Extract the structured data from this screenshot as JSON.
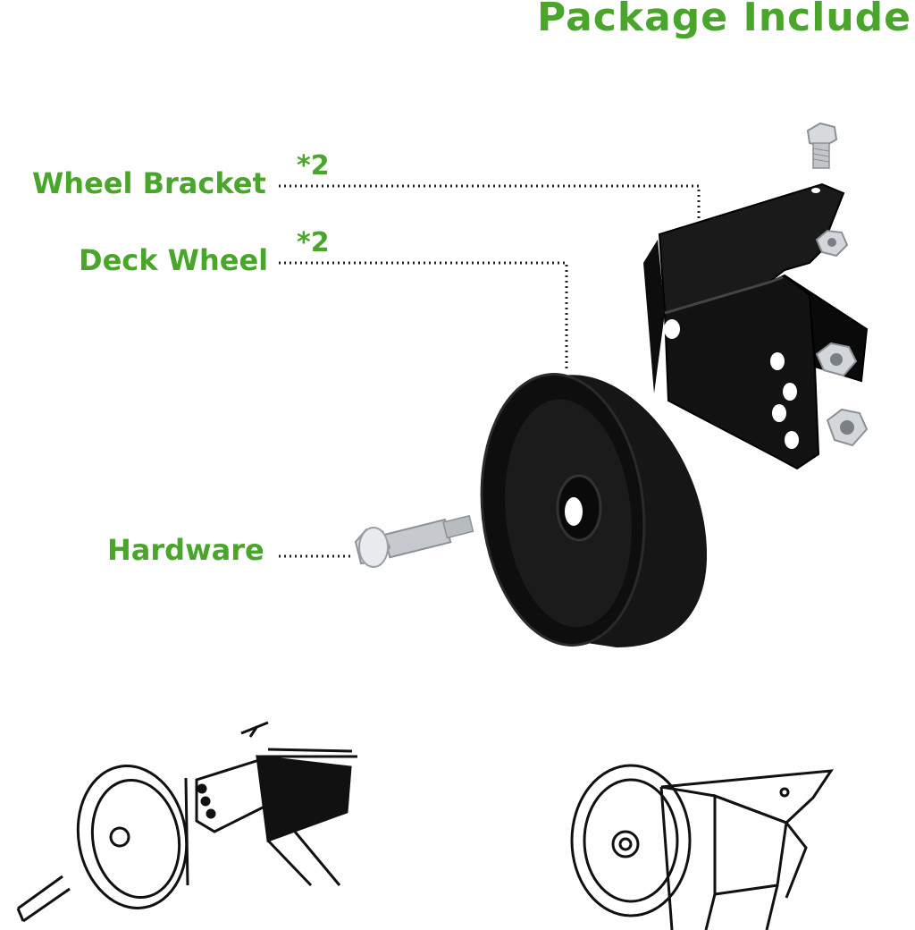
{
  "header": {
    "title": "Package Include"
  },
  "callouts": [
    {
      "label": "Wheel Bracket",
      "quantity": "*2"
    },
    {
      "label": "Deck Wheel",
      "quantity": "*2"
    },
    {
      "label": "Hardware"
    }
  ],
  "colors": {
    "accent": "#4aa52b",
    "part": "#0f0f0f",
    "metal": "#c9cdd2",
    "line_art": "#111111"
  },
  "icons": [
    "wheel-bracket-icon",
    "deck-wheel-icon",
    "hardware-bolt-icon",
    "hex-nut-icon",
    "install-diagram-icon"
  ]
}
